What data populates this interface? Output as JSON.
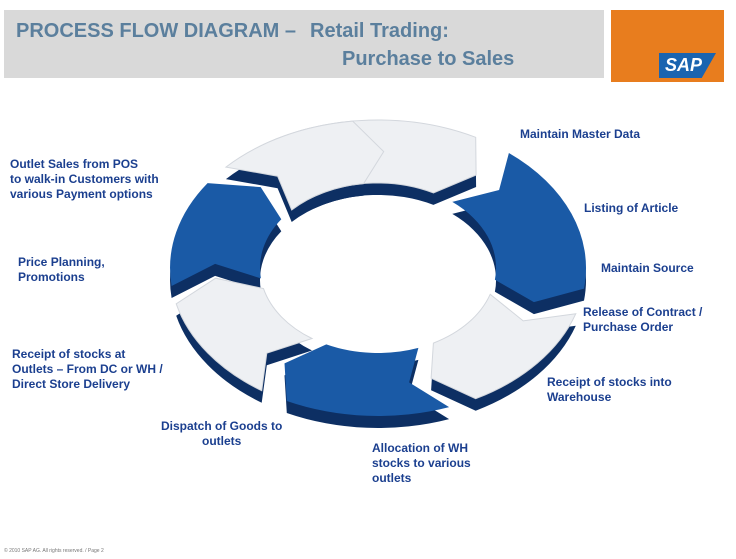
{
  "title": {
    "line1": "PROCESS FLOW DIAGRAM –",
    "line1_sub": "Retail Trading:",
    "line2": "Purchase to Sales"
  },
  "logo": {
    "text": "SAP"
  },
  "labels": {
    "maintain_master_data": [
      "Maintain Master Data"
    ],
    "listing_of_article": [
      "Listing of Article"
    ],
    "maintain_source": [
      "Maintain Source"
    ],
    "release_of_contract": [
      "Release  of Contract /",
      "Purchase Order"
    ],
    "receipt_into_warehouse": [
      "Receipt of stocks into",
      "Warehouse"
    ],
    "allocation_of_wh": [
      "Allocation of WH",
      "stocks to various",
      "outlets"
    ],
    "dispatch_of_goods": [
      "Dispatch of Goods to",
      "outlets"
    ],
    "receipt_at_outlets": [
      "Receipt of stocks at",
      "Outlets – From DC  or WH /",
      "Direct Store Delivery"
    ],
    "price_planning": [
      "Price Planning,",
      "Promotions"
    ],
    "outlet_sales": [
      "Outlet Sales  from POS",
      "to walk-in Customers with",
      "various Payment options"
    ]
  },
  "colors": {
    "blue": "#1a5aa6",
    "blue_dark": "#0d2f63",
    "light": "#eef0f3",
    "label": "#1b3f8f",
    "accent": "#e87d1e"
  },
  "footer": "© 2010 SAP AG. All rights reserved. / Page 2"
}
